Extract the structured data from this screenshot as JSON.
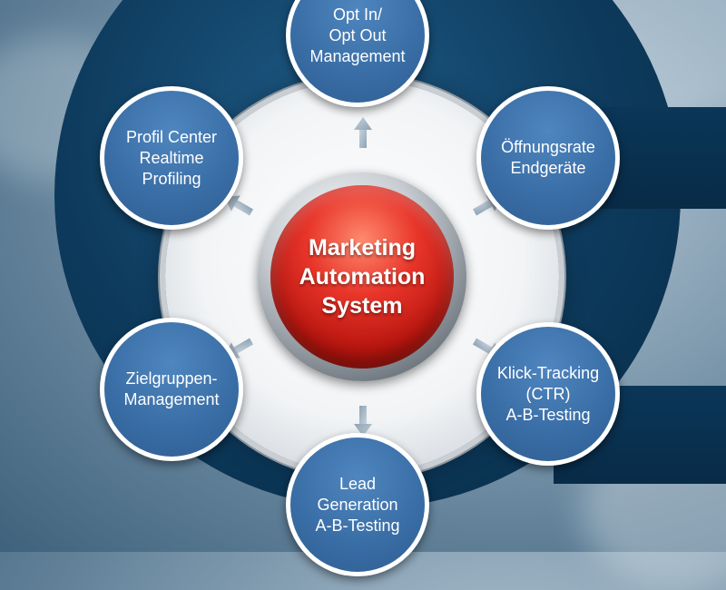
{
  "center": {
    "lines": [
      "Marketing",
      "Automation",
      "System"
    ]
  },
  "nodes": [
    {
      "id": "opt-in",
      "lines": [
        "Opt In/",
        "Opt Out",
        "Management"
      ]
    },
    {
      "id": "oeffnungsrate",
      "lines": [
        "Öffnungsrate",
        "Endgeräte"
      ]
    },
    {
      "id": "klick-tracking",
      "lines": [
        "Klick-Tracking",
        "(CTR)",
        "A-B-Testing"
      ]
    },
    {
      "id": "lead-generation",
      "lines": [
        "Lead",
        "Generation",
        "A-B-Testing"
      ]
    },
    {
      "id": "zielgruppen",
      "lines": [
        "Zielgruppen-",
        "Management"
      ]
    },
    {
      "id": "profil-center",
      "lines": [
        "Profil Center",
        "Realtime",
        "Profiling"
      ]
    }
  ],
  "colors": {
    "center": "#d4241b",
    "node": "#3a6ea6",
    "outer_ring": "#0d3a5c",
    "arrow": "#9fb0bf"
  }
}
